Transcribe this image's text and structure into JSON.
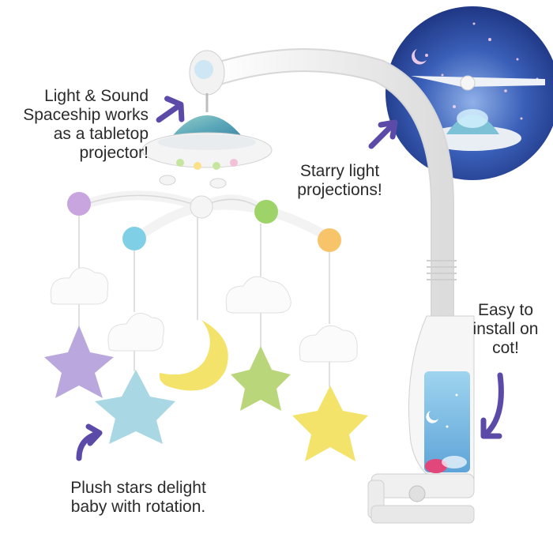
{
  "callouts": {
    "spaceship": "Light & Sound\nSpaceship works\nas a tabletop\nprojector!",
    "starry": "Starry light\nprojections!",
    "easy": "Easy to\ninstall on\ncot!",
    "plush": "Plush stars delight\nbaby with rotation."
  },
  "colors": {
    "arrow": "#5b4aa8",
    "text": "#2b2b2b",
    "arm": "#f4f4f4",
    "star_purple": "#b9a7dd",
    "star_blue": "#a9d8e4",
    "star_yellow": "#f4e36a",
    "star_green": "#b9d77a",
    "moon_yellow": "#f4e36a",
    "ball_purple": "#c9a5e0",
    "ball_blue": "#7fd0e6",
    "ball_green": "#9ed36a",
    "ball_orange": "#f7c46a",
    "ufo_dome": "#6fb6c7",
    "night_sky": "#1e3c8c"
  }
}
